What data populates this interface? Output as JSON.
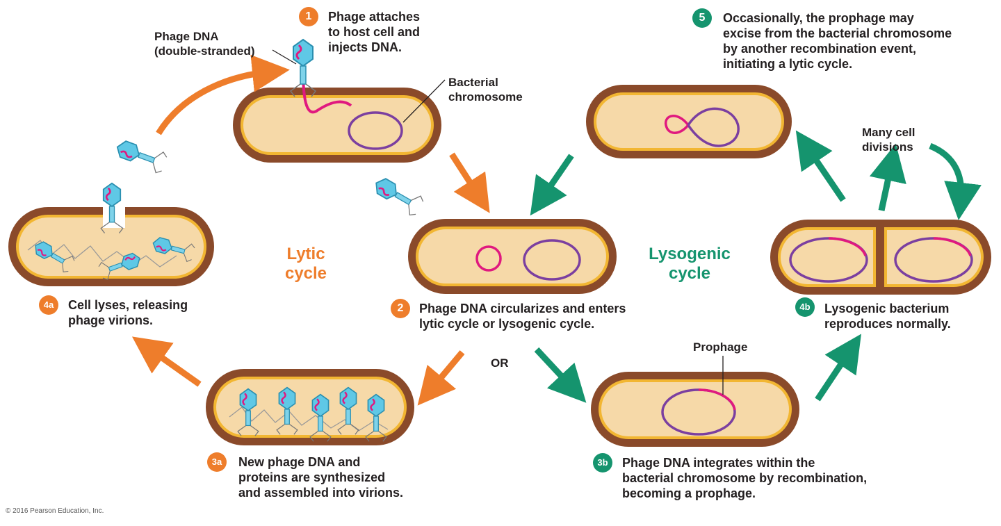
{
  "steps": {
    "s1": {
      "num": "1",
      "text": [
        "Phage attaches",
        "to host cell and",
        "injects DNA."
      ]
    },
    "s2": {
      "num": "2",
      "text": [
        "Phage DNA circularizes and enters",
        "lytic cycle or lysogenic cycle."
      ]
    },
    "s3a": {
      "num": "3a",
      "text": [
        "New phage DNA and",
        "proteins are synthesized",
        "and assembled into virions."
      ]
    },
    "s4a": {
      "num": "4a",
      "text": [
        "Cell lyses, releasing",
        "phage virions."
      ]
    },
    "s3b": {
      "num": "3b",
      "text": [
        "Phage DNA integrates within the",
        "bacterial chromosome by recombination,",
        "becoming a prophage."
      ]
    },
    "s4b": {
      "num": "4b",
      "text": [
        "Lysogenic bacterium",
        "reproduces normally."
      ]
    },
    "s5": {
      "num": "5",
      "text": [
        "Occasionally, the prophage may",
        "excise from the bacterial chromosome",
        "by another recombination event,",
        "initiating a lytic cycle."
      ]
    }
  },
  "labels": {
    "phage_dna": [
      "Phage DNA",
      "(double-stranded)"
    ],
    "bacterial_chromosome": [
      "Bacterial",
      "chromosome"
    ],
    "prophage": "Prophage",
    "many_divisions": [
      "Many cell",
      "divisions"
    ],
    "or": "OR"
  },
  "cycles": {
    "lytic": [
      "Lytic",
      "cycle"
    ],
    "lysogenic": [
      "Lysogenic",
      "cycle"
    ]
  },
  "copyright": "© 2016 Pearson Education, Inc.",
  "colors": {
    "lytic": "#ee7d2b",
    "lysogenic": "#15946e",
    "cell_wall": "#8a4a2a",
    "cytoplasm": "#f6d9a8",
    "membrane": "#f2b632",
    "phage_dna": "#e0197f",
    "bacterial_dna": "#7b3fa0",
    "phage_capsid": "#5fc8e6"
  }
}
